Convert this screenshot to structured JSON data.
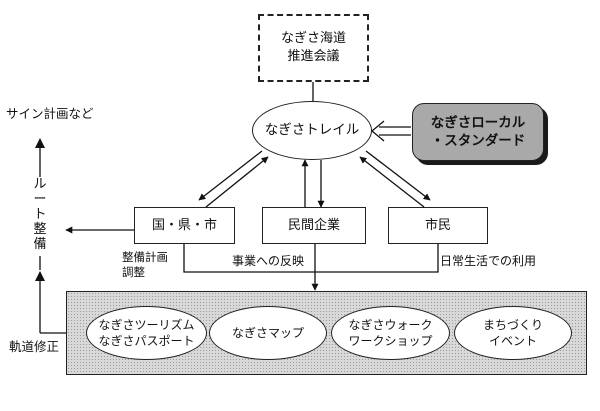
{
  "nodes": {
    "council": "なぎさ海道\n推進会議",
    "trail": "なぎさトレイル",
    "local_standard": "なぎさローカル\n・スタンダード",
    "government": "国・県・市",
    "private_company": "民間企業",
    "citizens": "市民"
  },
  "labels": {
    "sign_plan": "サイン計画など",
    "route_maintenance": "ル\nー\nト\n整\n備",
    "maintenance_plan_adjust": "整備計画\n調整",
    "business_reflection": "事業への反映",
    "daily_use": "日常生活での利用",
    "course_correction": "軌道修正"
  },
  "activities": [
    "なぎさツーリズム\nなぎさパスポート",
    "なぎさマップ",
    "なぎさウォーク\nワークショップ",
    "まちづくり\nイベント"
  ]
}
